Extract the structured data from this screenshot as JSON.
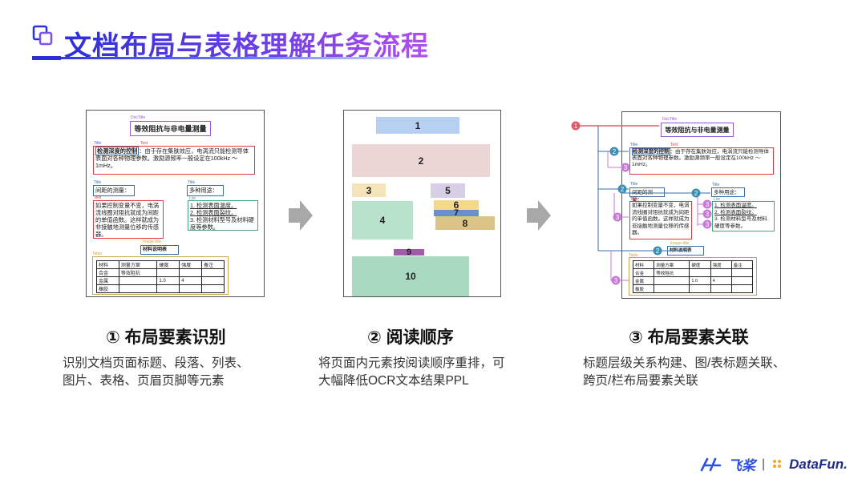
{
  "header": {
    "title": "文档布局与表格理解任务流程"
  },
  "doc": {
    "doctitle_tag": "DocTitle",
    "doctitle": "等效阻抗与非电量测量",
    "title_tag": "Title",
    "text_tag": "Text",
    "list_tag": "List",
    "imgtitle_tag": "Image-title",
    "table_tag": "Table",
    "title1": "检测深度的控制",
    "text1": "：由于存在集肤效应，电涡流只能检测导体表面对各种物理参数。激励源频率一般设定在100kHz ～1mHz。",
    "title2": "间距的测量：",
    "title3": "多种用途：",
    "text2": "如果控制变量不变，电涡流线圈对阻抗就成为间距的单值函数。这样就成为非接触地测量位移的传感器。",
    "list": [
      "1. 检测表面温度。",
      "2. 检测表面裂纹。",
      "3. 检测材料型号及材料硬度等参数。"
    ],
    "image_title": "材料说明表",
    "table": [
      [
        "材料",
        "测量方案",
        "硬度",
        "强度",
        "备注"
      ],
      [
        "合金",
        "等效阻抗",
        "",
        "",
        ""
      ],
      [
        "金属",
        "",
        "1.0",
        "4",
        ""
      ],
      [
        "橡胶",
        "",
        "",
        "",
        ""
      ]
    ]
  },
  "reading_order": {
    "labels": [
      "1",
      "2",
      "3",
      "4",
      "5",
      "6",
      "7",
      "8",
      "9",
      "10"
    ]
  },
  "relation_badges": {
    "b1": "1",
    "b2": "2",
    "b3": "3"
  },
  "steps": [
    {
      "title": "① 布局要素识别",
      "desc": [
        "识别文档页面标题、段落、列表、",
        "图片、表格、页眉页脚等元素"
      ]
    },
    {
      "title": "② 阅读顺序",
      "desc": [
        "将页面内元素按阅读顺序重排，可",
        "大幅降低OCR文本结果PPL"
      ]
    },
    {
      "title": "③ 布局要素关联",
      "desc": [
        "标题层级关系构建、图/表标题关联、",
        "跨页/栏布局要素关联"
      ]
    }
  ],
  "footer": {
    "brand1": "飞桨",
    "brand2": "DataFun.",
    "separator": "|"
  },
  "colors": {
    "accent": "#2d2fd8",
    "doctitle": "#9b59d0",
    "text": "#e03b3b",
    "title": "#3a6ea5",
    "list": "#4aa37f",
    "table": "#c9a84a",
    "relation": "#e05a6a"
  }
}
